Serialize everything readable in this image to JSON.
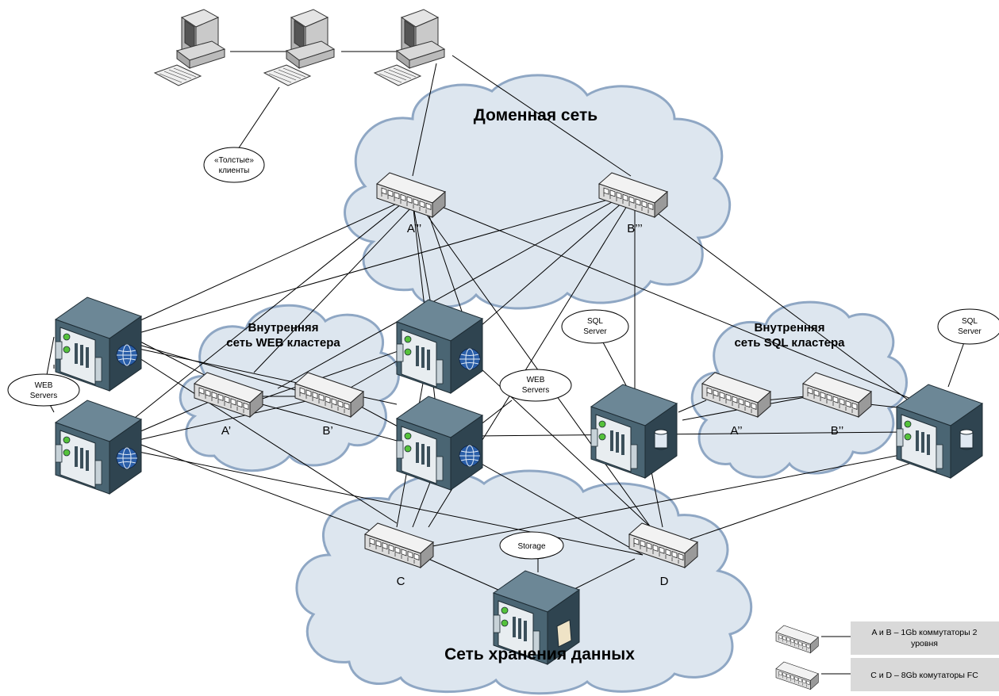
{
  "clouds": {
    "domain": {
      "title": "Доменная сеть"
    },
    "web_cluster": {
      "title_line1": "Внутренняя",
      "title_line2": "сеть WEB кластера"
    },
    "sql_cluster": {
      "title_line1": "Внутренняя",
      "title_line2": "сеть SQL кластера"
    },
    "storage_net": {
      "title": "Сеть хранения данных"
    }
  },
  "switches": {
    "a3": "A’’’",
    "b3": "B’’’",
    "a1": "A’",
    "b1": "B’",
    "a2": "A’’",
    "b2": "B’’",
    "c": "C",
    "d": "D"
  },
  "callouts": {
    "fat_clients": {
      "line1": "«Толстые»",
      "line2": "клиенты"
    },
    "web_servers_left": {
      "line1": "WEB",
      "line2": "Servers"
    },
    "web_servers_center": {
      "line1": "WEB",
      "line2": "Servers"
    },
    "sql_server_center": {
      "line1": "SQL",
      "line2": "Server"
    },
    "sql_server_right": {
      "line1": "SQL",
      "line2": "Server"
    },
    "storage": {
      "line1": "Storage"
    }
  },
  "legend": {
    "row1": {
      "line1": "A и B – 1Gb коммутаторы 2",
      "line2": "уровня"
    },
    "row2": {
      "line1": "C и D – 8Gb комутаторы FC"
    }
  },
  "colors": {
    "cloud_fill": "#dde6ef",
    "cloud_stroke": "#8fa7c4",
    "server_dark": "#3f5866",
    "switch_body": "#d9d9d9",
    "legend_bg": "#d9d9d9"
  }
}
